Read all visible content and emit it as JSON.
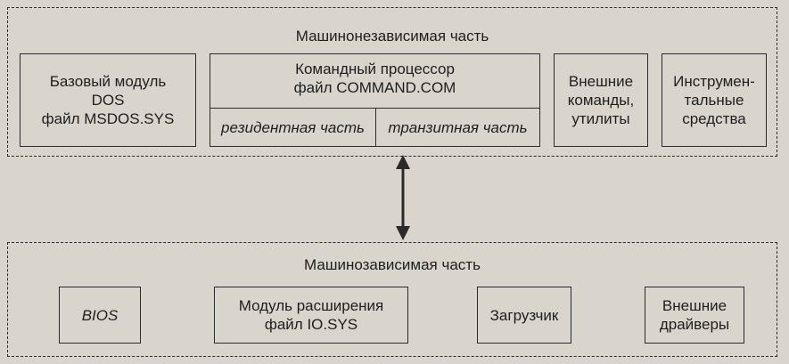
{
  "top": {
    "title": "Машинонезависимая часть",
    "base_module": "Базовый модуль\nDOS\nфайл  MSDOS.SYS",
    "command_processor": {
      "title": "Командный процессор\nфайл COMMAND.COM",
      "resident": "резидентная часть",
      "transient": "транзитная часть"
    },
    "external_commands": "Внешние\nкоманды,\nутилиты",
    "tools": "Инструмен-\nтальные\nсредства"
  },
  "bottom": {
    "title": "Машинозависимая часть",
    "bios": "BIOS",
    "extension_module": "Модуль расширения\nфайл IO.SYS",
    "loader": "Загрузчик",
    "external_drivers": "Внешние\nдрайверы"
  }
}
